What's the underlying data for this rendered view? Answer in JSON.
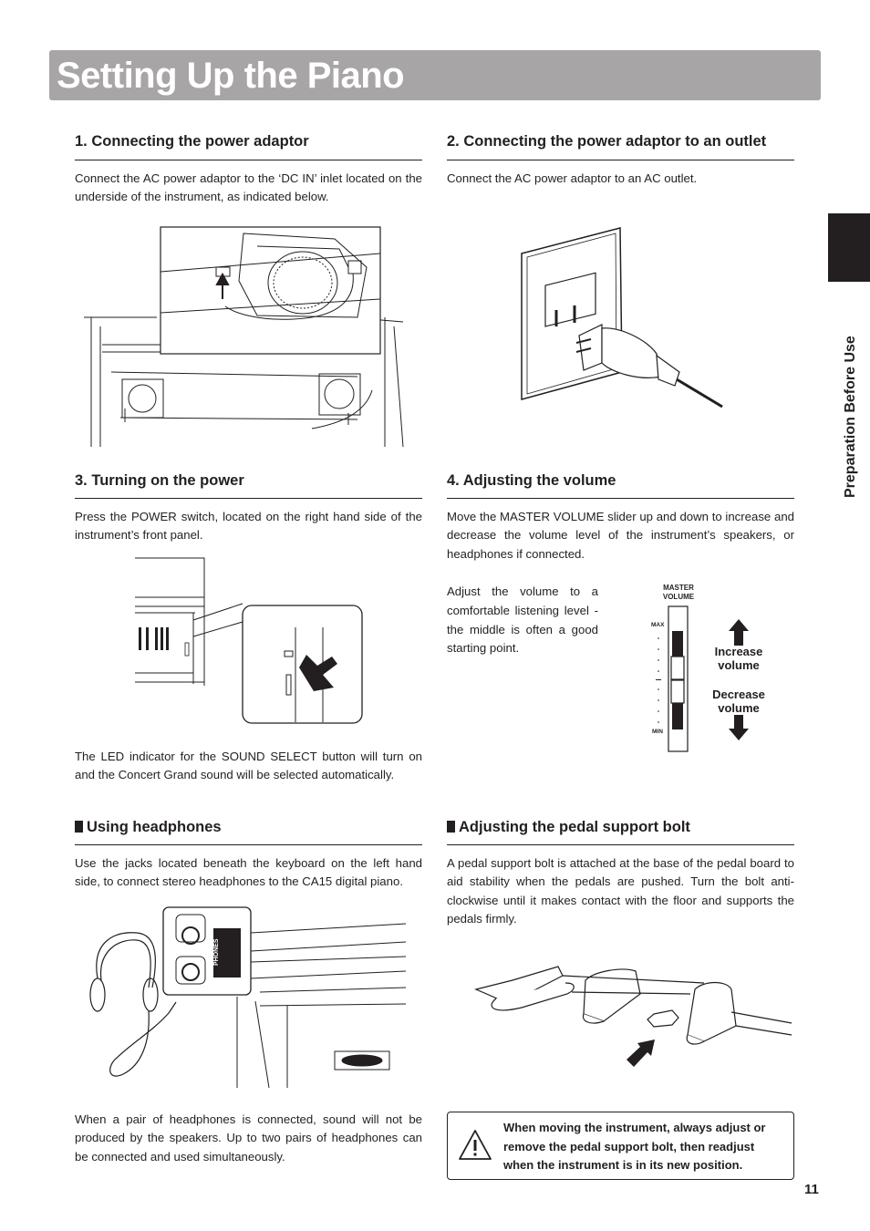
{
  "page": {
    "title": "Setting Up the Piano",
    "side_tab": "Preparation Before Use",
    "page_number": "11"
  },
  "sections": {
    "s1": {
      "heading": "1. Connecting the power adaptor",
      "body": "Connect the AC power adaptor to the ‘DC IN’ inlet located on the underside of the instrument, as indicated below."
    },
    "s2": {
      "heading": "2. Connecting the power adaptor to an outlet",
      "body": "Connect the AC power adaptor to an AC outlet."
    },
    "s3": {
      "heading": "3. Turning on the power",
      "body": "Press the POWER switch, located on the right hand side of the instrument’s front panel.",
      "body2": "The LED indicator for the SOUND SELECT button will turn on and the Concert Grand sound will be selected automatically."
    },
    "s4": {
      "heading": "4. Adjusting the volume",
      "body": "Move the MASTER VOLUME slider up and down to increase and decrease the volume level of the instrument’s speakers, or headphones if connected.",
      "body2": "Adjust the volume to a comfortable listening level - the middle is often a good starting point."
    },
    "headphones": {
      "heading": "Using headphones",
      "body": "Use the jacks located beneath the keyboard on the left hand side, to connect stereo headphones to the CA15 digital piano.",
      "body2": "When a pair of headphones is connected, sound will not be produced by the speakers. Up to two pairs of headphones can be connected and used simultaneously."
    },
    "pedal": {
      "heading": "Adjusting the pedal support bolt",
      "body": "A pedal support bolt is attached at the base of the pedal board to aid stability when the pedals are pushed. Turn the bolt anti-clockwise until it makes contact with the floor and supports the pedals firmly.",
      "caution": "When moving the instrument, always adjust or remove the pedal support bolt, then readjust when the instrument is in its new position."
    }
  },
  "volume_diagram": {
    "label_line1": "MASTER",
    "label_line2": "VOLUME",
    "max": "MAX",
    "min": "MIN",
    "increase_line1": "Increase",
    "increase_line2": "volume",
    "decrease_line1": "Decrease",
    "decrease_line2": "volume"
  },
  "headphones_diagram": {
    "panel_label": "PHONES"
  },
  "colors": {
    "title_bar": "#a7a5a6",
    "text": "#231f20"
  }
}
